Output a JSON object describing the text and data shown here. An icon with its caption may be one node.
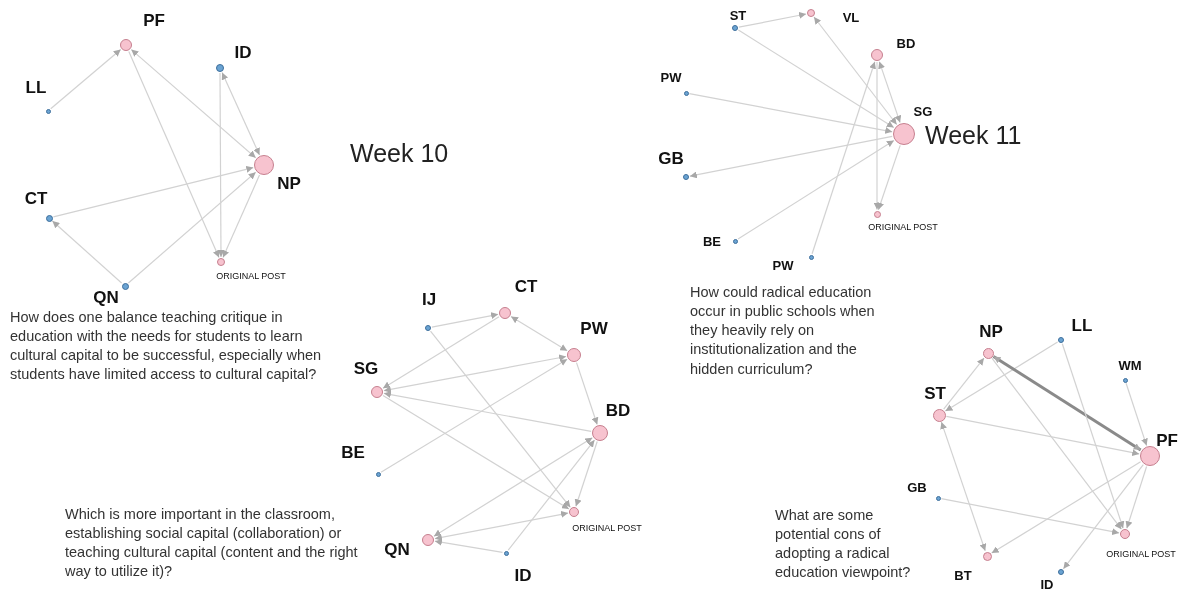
{
  "diagram": {
    "nodes": [
      {
        "text": [
          "PF"
        ]
      },
      {
        "text": [
          "ID"
        ]
      },
      {
        "text": [
          "LL"
        ]
      },
      {
        "text": [
          "NP"
        ]
      },
      {
        "text": [
          "CT"
        ]
      },
      {
        "text": [
          "ORIGINAL POST"
        ]
      },
      {
        "text": [
          "QN"
        ]
      },
      {
        "text": [
          "IJ"
        ]
      },
      {
        "text": [
          "CT"
        ]
      },
      {
        "text": [
          "PW"
        ]
      },
      {
        "text": [
          "SG"
        ]
      },
      {
        "text": [
          "BD"
        ]
      },
      {
        "text": [
          "BE"
        ]
      },
      {
        "text": [
          "ORIGINAL POST"
        ]
      },
      {
        "text": [
          "QN"
        ]
      },
      {
        "text": [
          "ID"
        ]
      },
      {
        "text": [
          "ST"
        ]
      },
      {
        "text": [
          "VL"
        ]
      },
      {
        "text": [
          "BD"
        ]
      },
      {
        "text": [
          "PW"
        ]
      },
      {
        "text": [
          "SG"
        ]
      },
      {
        "text": [
          "GB"
        ]
      },
      {
        "text": [
          "ORIGINAL POST"
        ]
      },
      {
        "text": [
          "BE"
        ]
      },
      {
        "text": [
          "PW"
        ]
      },
      {
        "text": [
          "NP"
        ]
      },
      {
        "text": [
          "LL"
        ]
      },
      {
        "text": [
          "WM"
        ]
      },
      {
        "text": [
          "ST"
        ]
      },
      {
        "text": [
          "PF"
        ]
      },
      {
        "text": [
          "GB"
        ]
      },
      {
        "text": [
          "ORIGINAL POST"
        ]
      },
      {
        "text": [
          "BT"
        ]
      },
      {
        "text": [
          "ID"
        ]
      }
    ],
    "edges": [
      {
        "from": 2,
        "to": 0,
        "arrow": "to"
      },
      {
        "from": 0,
        "to": 3,
        "arrow": "both"
      },
      {
        "from": 1,
        "to": 3,
        "arrow": "both"
      },
      {
        "from": 1,
        "to": 5,
        "arrow": "to"
      },
      {
        "from": 0,
        "to": 5,
        "arrow": "to"
      },
      {
        "from": 3,
        "to": 5,
        "arrow": "to"
      },
      {
        "from": 4,
        "to": 3,
        "arrow": "to"
      },
      {
        "from": 6,
        "to": 4,
        "arrow": "to"
      },
      {
        "from": 6,
        "to": 3,
        "arrow": "to"
      },
      {
        "from": 7,
        "to": 8,
        "arrow": "to"
      },
      {
        "from": 8,
        "to": 9,
        "arrow": "both"
      },
      {
        "from": 8,
        "to": 10,
        "arrow": "to"
      },
      {
        "from": 10,
        "to": 9,
        "arrow": "both"
      },
      {
        "from": 11,
        "to": 10,
        "arrow": "to"
      },
      {
        "from": 10,
        "to": 13,
        "arrow": "to"
      },
      {
        "from": 7,
        "to": 13,
        "arrow": "to"
      },
      {
        "from": 12,
        "to": 9,
        "arrow": "to"
      },
      {
        "from": 9,
        "to": 11,
        "arrow": "to"
      },
      {
        "from": 11,
        "to": 13,
        "arrow": "to"
      },
      {
        "from": 14,
        "to": 11,
        "arrow": "both"
      },
      {
        "from": 14,
        "to": 13,
        "arrow": "both"
      },
      {
        "from": 15,
        "to": 14,
        "arrow": "to"
      },
      {
        "from": 15,
        "to": 11,
        "arrow": "to"
      },
      {
        "from": 16,
        "to": 17,
        "arrow": "to"
      },
      {
        "from": 16,
        "to": 20,
        "arrow": "to"
      },
      {
        "from": 17,
        "to": 20,
        "arrow": "both"
      },
      {
        "from": 18,
        "to": 20,
        "arrow": "both"
      },
      {
        "from": 19,
        "to": 20,
        "arrow": "to"
      },
      {
        "from": 20,
        "to": 21,
        "arrow": "to"
      },
      {
        "from": 23,
        "to": 20,
        "arrow": "to"
      },
      {
        "from": 24,
        "to": 18,
        "arrow": "to"
      },
      {
        "from": 18,
        "to": 22,
        "arrow": "to"
      },
      {
        "from": 20,
        "to": 22,
        "arrow": "to"
      },
      {
        "from": 28,
        "to": 25,
        "arrow": "to"
      },
      {
        "from": 26,
        "to": 28,
        "arrow": "to"
      },
      {
        "from": 25,
        "to": 29,
        "arrow": "both",
        "style": "thick"
      },
      {
        "from": 25,
        "to": 31,
        "arrow": "to"
      },
      {
        "from": 28,
        "to": 29,
        "arrow": "to"
      },
      {
        "from": 27,
        "to": 29,
        "arrow": "to"
      },
      {
        "from": 26,
        "to": 31,
        "arrow": "to"
      },
      {
        "from": 28,
        "to": 32,
        "arrow": "both"
      },
      {
        "from": 29,
        "to": 32,
        "arrow": "to"
      },
      {
        "from": 30,
        "to": 31,
        "arrow": "to"
      },
      {
        "from": 29,
        "to": 31,
        "arrow": "to"
      },
      {
        "from": 29,
        "to": 33,
        "arrow": "to"
      }
    ],
    "labels": [
      "Week 10",
      "How does one balance teaching critique in education with the needs for students to learn cultural capital to be successful, especially when students have limited access to cultural capital?",
      "Which is more important in the classroom, establishing social capital (collaboration) or teaching cultural capital (content and the right way to utilize it)?",
      "Week 11",
      "How could radical education occur in public schools when they heavily rely on institutionalization and the hidden curriculum?",
      "What are some potential cons of adopting a radical education viewpoint?"
    ]
  }
}
